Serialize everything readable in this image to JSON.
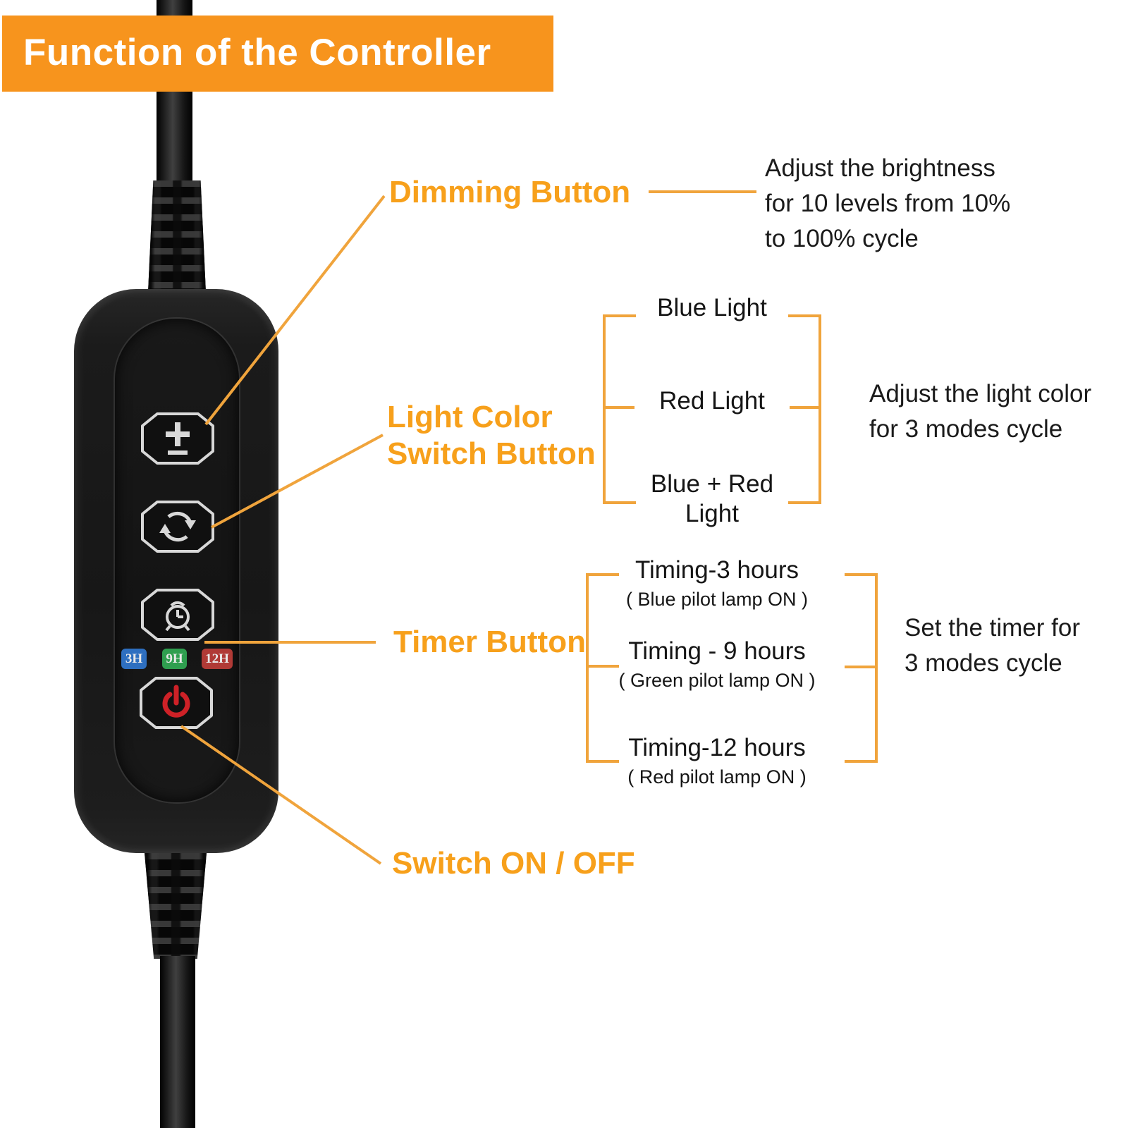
{
  "banner": {
    "title": "Function of the Controller"
  },
  "labels": {
    "dimming": "Dimming Button",
    "light_color": "Light Color\nSwitch Button",
    "timer": "Timer Button",
    "switch": "Switch ON / OFF"
  },
  "descriptions": {
    "dimming": "Adjust the brightness\nfor 10 levels from 10%\nto 100% cycle",
    "light_color": "Adjust the light color\nfor 3 modes cycle",
    "timer": "Set the timer for\n3 modes cycle"
  },
  "light_modes": [
    "Blue Light",
    "Red Light",
    "Blue + Red\nLight"
  ],
  "timer_modes": [
    {
      "title": "Timing-3 hours",
      "note": "( Blue pilot lamp ON )"
    },
    {
      "title": "Timing - 9 hours",
      "note": "( Green pilot lamp ON )"
    },
    {
      "title": "Timing-12 hours",
      "note": "( Red pilot lamp ON )"
    }
  ],
  "device": {
    "buttons": [
      {
        "id": "dimming-button",
        "icon": "plus-minus-icon"
      },
      {
        "id": "light-color-button",
        "icon": "cycle-arrows-icon"
      },
      {
        "id": "timer-button",
        "icon": "alarm-clock-icon"
      },
      {
        "id": "power-button",
        "icon": "power-icon"
      }
    ],
    "timer_leds": [
      {
        "label": "3H",
        "color": "#2E6FC0"
      },
      {
        "label": "9H",
        "color": "#2F9E4F"
      },
      {
        "label": "12H",
        "color": "#B03A36"
      }
    ]
  },
  "colors": {
    "banner_bg": "#F7941D",
    "banner_text": "#FFFFFF",
    "label_orange": "#F7A01B",
    "connector_orange": "#F0A43C",
    "description_text": "#1B1B1B",
    "device_body": "#1A1A1A",
    "button_outline": "#D8D8D8",
    "power_icon_red": "#CE2127"
  }
}
